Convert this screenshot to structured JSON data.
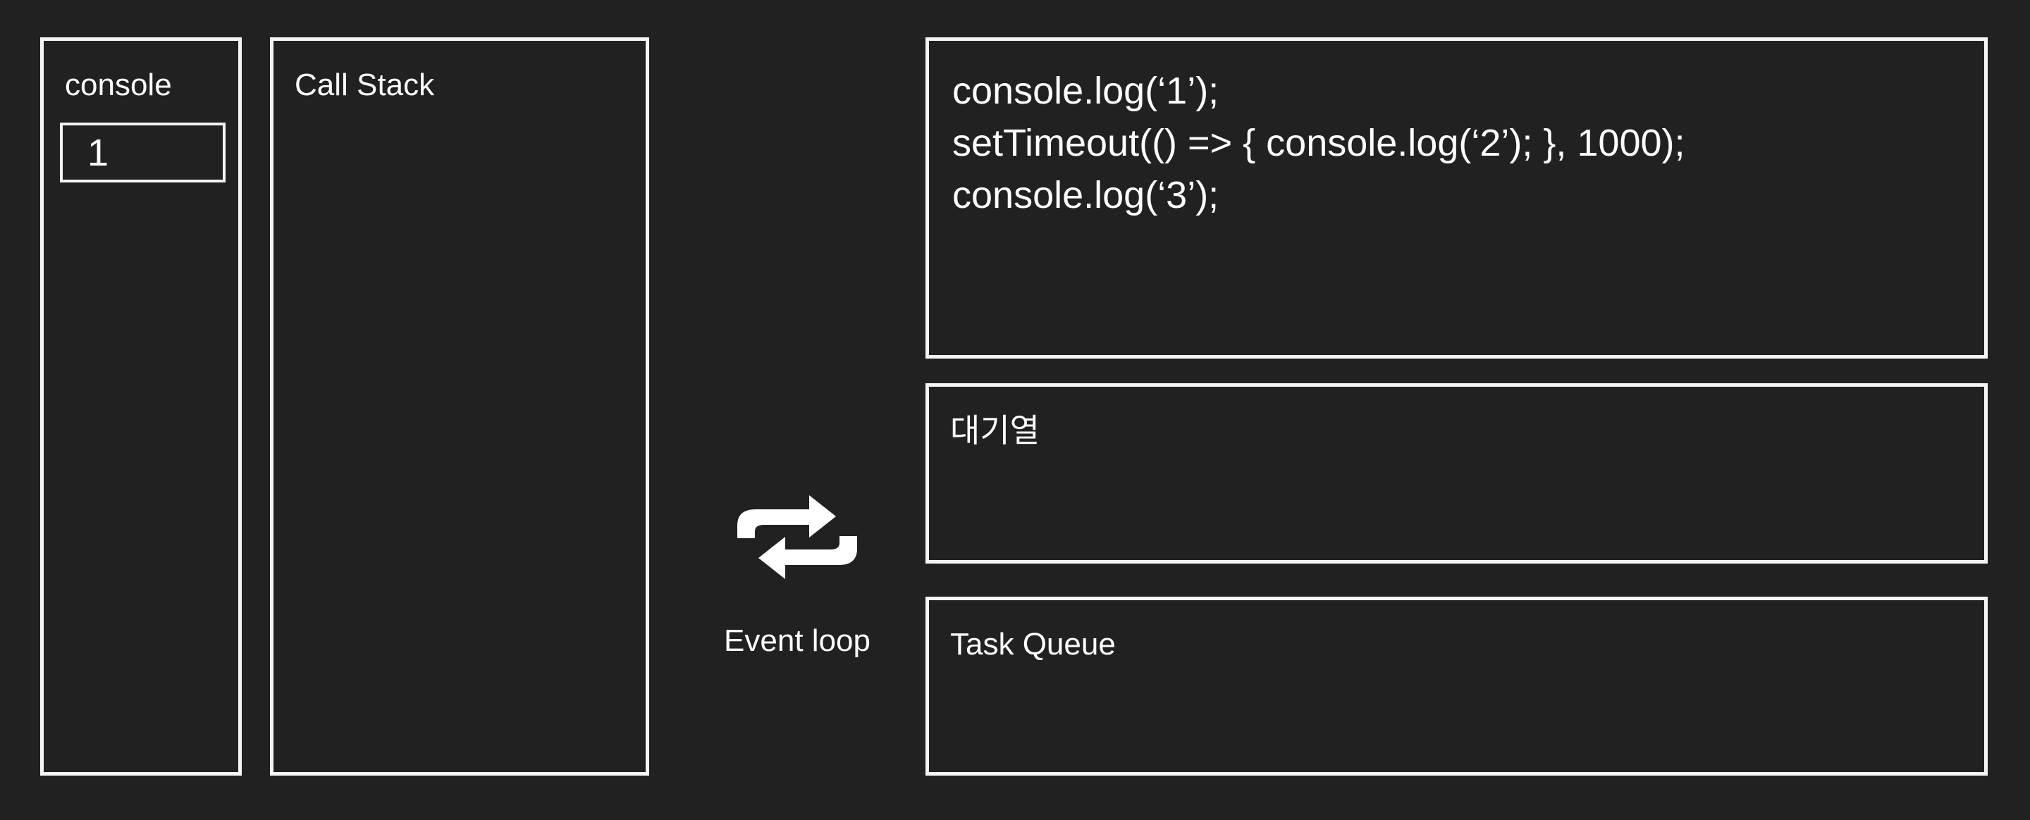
{
  "colors": {
    "background": "#212121",
    "border": "#f5f5f5",
    "text": "#ffffff"
  },
  "console_panel": {
    "title": "console",
    "entries": [
      "1"
    ]
  },
  "call_stack_panel": {
    "title": "Call Stack"
  },
  "code_panel": {
    "lines": [
      "console.log(‘1’);",
      "setTimeout(() => { console.log(‘2’); }, 1000);",
      "console.log(‘3’);"
    ]
  },
  "queue_panel": {
    "title": "대기열"
  },
  "task_queue_panel": {
    "title": "Task Queue"
  },
  "event_loop": {
    "label": "Event loop",
    "icon": "repeat-icon"
  }
}
